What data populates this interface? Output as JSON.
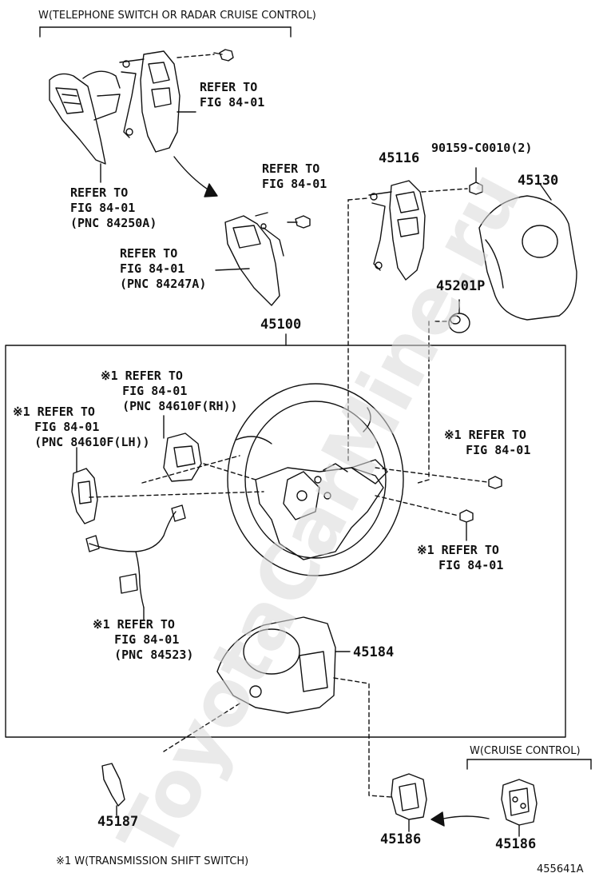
{
  "header_note": "W(TELEPHONE SWITCH OR RADAR CRUISE CONTROL)",
  "refs": {
    "top_switch": "REFER TO\nFIG 84-01",
    "left_switch": "REFER TO\nFIG 84-01\n(PNC 84250A)",
    "mid_screw": "REFER TO\nFIG 84-01",
    "mid_switch": "REFER TO\nFIG 84-01\n(PNC 84247A)",
    "rh_switch": "※1 REFER TO\n   FIG 84-01\n   (PNC 84610F(RH))",
    "lh_switch": "※1 REFER TO\n   FIG 84-01\n   (PNC 84610F(LH))",
    "right_screw_upper": "※1 REFER TO\n   FIG 84-01",
    "right_screw_lower": "※1 REFER TO\n   FIG 84-01",
    "wire_harness": "※1 REFER TO\n   FIG 84-01\n   (PNC 84523)"
  },
  "parts": {
    "p45116": "45116",
    "p90159": "90159-C0010(2)",
    "p45130": "45130",
    "p45201p": "45201P",
    "p45100": "45100",
    "p45184": "45184",
    "p45187": "45187",
    "p45186a": "45186",
    "p45186b": "45186"
  },
  "cruise_note": "W(CRUISE CONTROL)",
  "footnote": "※1 W(TRANSMISSION SHIFT SWITCH)",
  "figure_id": "455641A",
  "watermark": "ToyotaCarMine.ru"
}
